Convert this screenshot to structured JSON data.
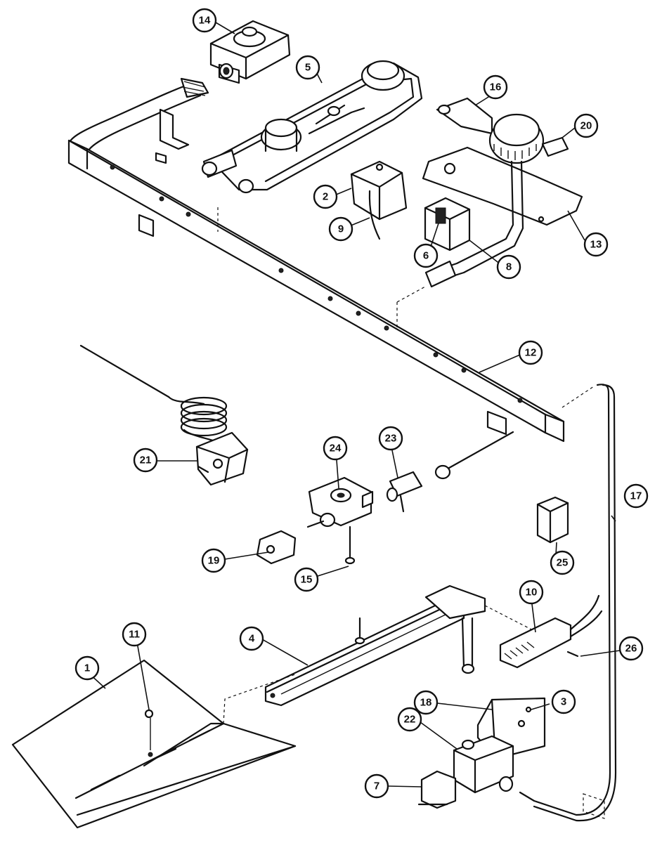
{
  "callouts": [
    {
      "id": "c1",
      "label": "1"
    },
    {
      "id": "c2",
      "label": "2"
    },
    {
      "id": "c3",
      "label": "3"
    },
    {
      "id": "c4",
      "label": "4"
    },
    {
      "id": "c5",
      "label": "5"
    },
    {
      "id": "c6",
      "label": "6"
    },
    {
      "id": "c7",
      "label": "7"
    },
    {
      "id": "c8",
      "label": "8"
    },
    {
      "id": "c9",
      "label": "9"
    },
    {
      "id": "c10",
      "label": "10"
    },
    {
      "id": "c11",
      "label": "11"
    },
    {
      "id": "c12",
      "label": "12"
    },
    {
      "id": "c13",
      "label": "13"
    },
    {
      "id": "c14",
      "label": "14"
    },
    {
      "id": "c15",
      "label": "15"
    },
    {
      "id": "c16",
      "label": "16"
    },
    {
      "id": "c17",
      "label": "17"
    },
    {
      "id": "c18",
      "label": "18"
    },
    {
      "id": "c19",
      "label": "19"
    },
    {
      "id": "c20",
      "label": "20"
    },
    {
      "id": "c21",
      "label": "21"
    },
    {
      "id": "c22",
      "label": "22"
    },
    {
      "id": "c23",
      "label": "23"
    },
    {
      "id": "c24",
      "label": "24"
    },
    {
      "id": "c25",
      "label": "25"
    },
    {
      "id": "c26",
      "label": "26"
    }
  ],
  "colors": {
    "line": "#111111",
    "background": "#ffffff"
  }
}
